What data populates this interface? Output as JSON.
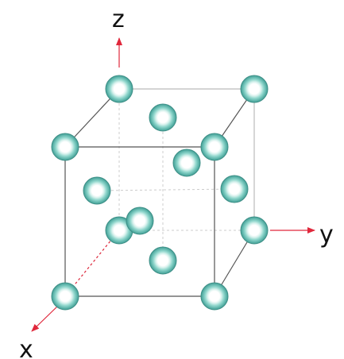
{
  "axes": {
    "z_label": "z",
    "y_label": "y",
    "x_label": "x"
  },
  "colors": {
    "axis_arrow": "#e0283c",
    "cube_front_edge": "#555555",
    "cube_back_edge": "#bbbbbb",
    "hidden_edge": "#cccccc",
    "atom_fill": "#5fbfb4",
    "atom_highlight": "#ffffff",
    "atom_outline": "#3f8f87"
  },
  "lattice": {
    "type": "face-centered cubic",
    "corner_atoms": 8,
    "face_center_atoms": 6
  }
}
